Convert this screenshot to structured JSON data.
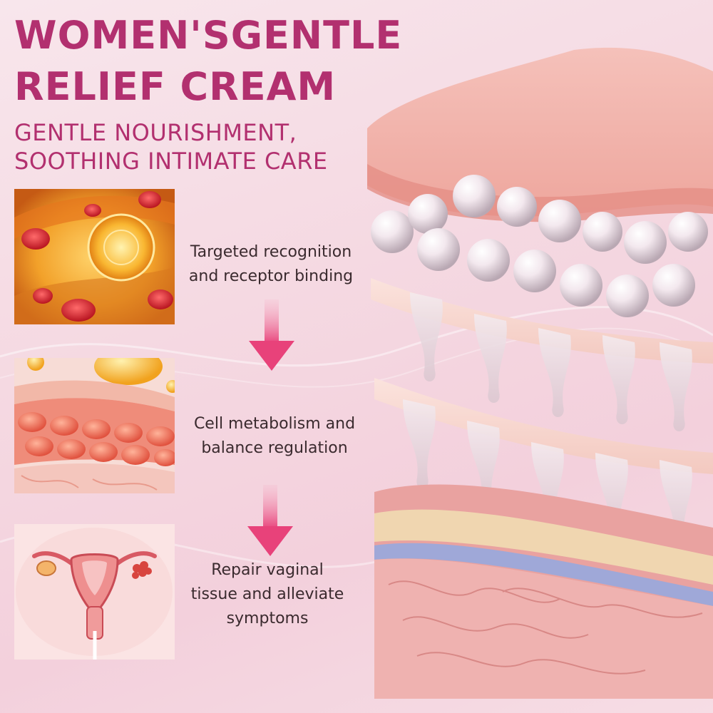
{
  "header": {
    "title_line1": "WOMEN'SGENTLE",
    "title_line2": "RELIEF CREAM",
    "subtitle_line1": "GENTLE NOURISHMENT,",
    "subtitle_line2": "SOOTHING INTIMATE CARE"
  },
  "steps": [
    {
      "line1": "Targeted recognition",
      "line2": "and receptor binding"
    },
    {
      "line1": "Cell metabolism and",
      "line2": "balance regulation"
    },
    {
      "line1": "Repair vaginal",
      "line2": "tissue and alleviate",
      "line3": "symptoms"
    }
  ],
  "colors": {
    "title": "#b2306f",
    "arrow": "#e8427a",
    "background": "#f5d9e2"
  },
  "icons": [
    "down-arrow-icon",
    "down-arrow-icon"
  ]
}
